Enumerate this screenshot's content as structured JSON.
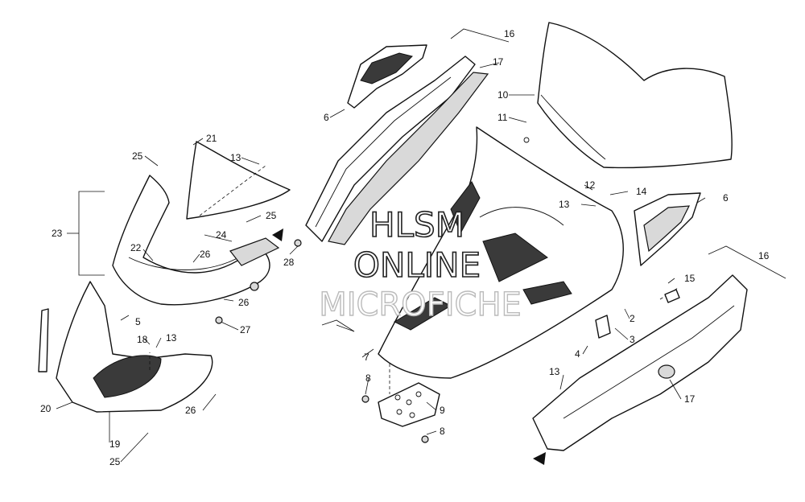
{
  "watermark": {
    "line1": "HLSM",
    "line2": "ONLINE",
    "line3": "MICROFICHE"
  },
  "callouts": [
    {
      "id": "c-16a",
      "text": "16"
    },
    {
      "id": "c-17a",
      "text": "17"
    },
    {
      "id": "c-10",
      "text": "10"
    },
    {
      "id": "c-11",
      "text": "11"
    },
    {
      "id": "c-6a",
      "text": "6"
    },
    {
      "id": "c-21",
      "text": "21"
    },
    {
      "id": "c-25a",
      "text": "25"
    },
    {
      "id": "c-13a",
      "text": "13"
    },
    {
      "id": "c-25b",
      "text": "25"
    },
    {
      "id": "c-23",
      "text": "23"
    },
    {
      "id": "c-24",
      "text": "24"
    },
    {
      "id": "c-22",
      "text": "22"
    },
    {
      "id": "c-26a",
      "text": "26"
    },
    {
      "id": "c-28",
      "text": "28"
    },
    {
      "id": "c-26b",
      "text": "26"
    },
    {
      "id": "c-27",
      "text": "27"
    },
    {
      "id": "c-5",
      "text": "5"
    },
    {
      "id": "c-18",
      "text": "18"
    },
    {
      "id": "c-13b",
      "text": "13"
    },
    {
      "id": "c-20",
      "text": "20"
    },
    {
      "id": "c-26c",
      "text": "26"
    },
    {
      "id": "c-19",
      "text": "19"
    },
    {
      "id": "c-25c",
      "text": "25"
    },
    {
      "id": "c-12",
      "text": "12"
    },
    {
      "id": "c-13c",
      "text": "13"
    },
    {
      "id": "c-14",
      "text": "14"
    },
    {
      "id": "c-6b",
      "text": "6"
    },
    {
      "id": "c-16b",
      "text": "16"
    },
    {
      "id": "c-15",
      "text": "15"
    },
    {
      "id": "c-2",
      "text": "2"
    },
    {
      "id": "c-3",
      "text": "3"
    },
    {
      "id": "c-4",
      "text": "4"
    },
    {
      "id": "c-7",
      "text": "7"
    },
    {
      "id": "c-8a",
      "text": "8"
    },
    {
      "id": "c-9",
      "text": "9"
    },
    {
      "id": "c-8b",
      "text": "8"
    },
    {
      "id": "c-13d",
      "text": "13"
    },
    {
      "id": "c-17b",
      "text": "17"
    }
  ]
}
